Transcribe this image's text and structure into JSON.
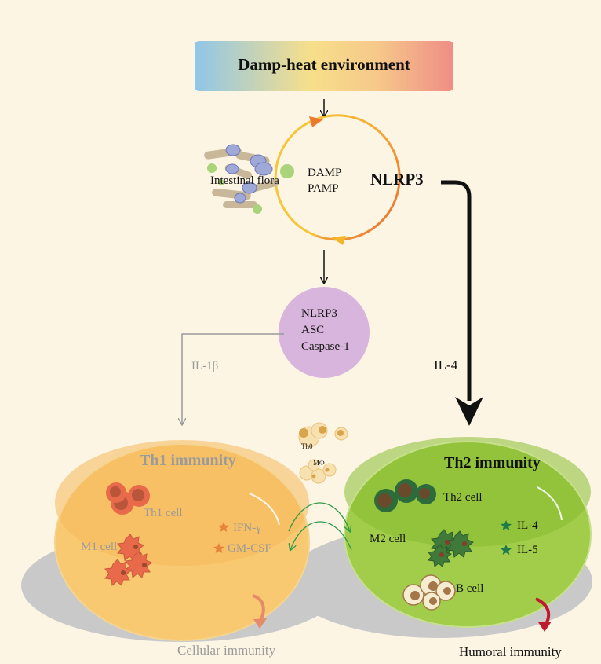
{
  "environment": {
    "title": "Damp-heat environment"
  },
  "cycle": {
    "flora_label": "Intestinal flora",
    "damp_label": "DAMP",
    "pamp_label": "PAMP",
    "nlrp3_label": "NLRP3"
  },
  "inflammasome": {
    "line1": "NLRP3",
    "line2": "ASC",
    "line3": "Caspase-1"
  },
  "signals": {
    "il1b": "IL-1β",
    "il4": "IL-4"
  },
  "precursors": {
    "th0": "Th0",
    "macrophage": "MΦ"
  },
  "th1": {
    "title": "Th1 immunity",
    "th1_cell": "Th1 cell",
    "m1_cell": "M1 cell",
    "cytokine1": "IFN-γ",
    "cytokine2": "GM-CSF",
    "outcome": "Cellular immunity"
  },
  "th2": {
    "title": "Th2 immunity",
    "th2_cell": "Th2 cell",
    "m2_cell": "M2 cell",
    "b_cell": "B cell",
    "cytokine1": "IL-4",
    "cytokine2": "IL-5",
    "outcome": "Humoral immunity"
  },
  "colors": {
    "background": "#fdf5e4",
    "th1_disc": "#f7c468",
    "th2_disc": "#9ccb45",
    "inflammasome": "#d8b5dc",
    "th1_arrow": "#e58a6a",
    "th2_arrow": "#c0182c",
    "cross_arrows": "#2e9a4c"
  }
}
